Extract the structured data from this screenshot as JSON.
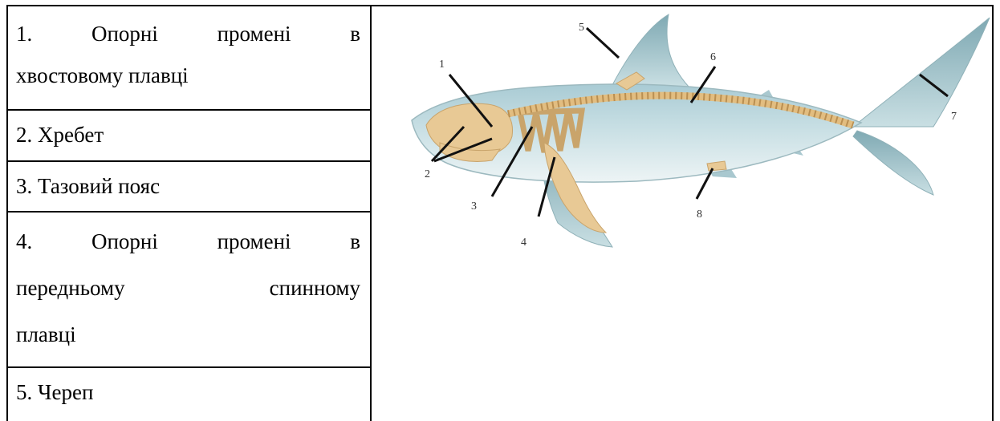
{
  "legend": [
    {
      "lines": [
        "1.  Опорні  промені  в",
        "хвостовому плавці"
      ]
    },
    {
      "lines": [
        "2. Хребет"
      ]
    },
    {
      "lines": [
        "3. Тазовий пояс"
      ]
    },
    {
      "lines": [
        "4.  Опорні  промені  в",
        "передньому  спинному",
        "плавці"
      ]
    },
    {
      "lines": [
        "5. Череп"
      ]
    }
  ],
  "diagram": {
    "callouts": [
      "1",
      "2",
      "3",
      "4",
      "5",
      "6",
      "7",
      "8"
    ],
    "colors": {
      "body": "#bcd7de",
      "belly": "#e4eff1",
      "skeleton": "#e8c995",
      "outline": "#9cb9bf"
    }
  }
}
